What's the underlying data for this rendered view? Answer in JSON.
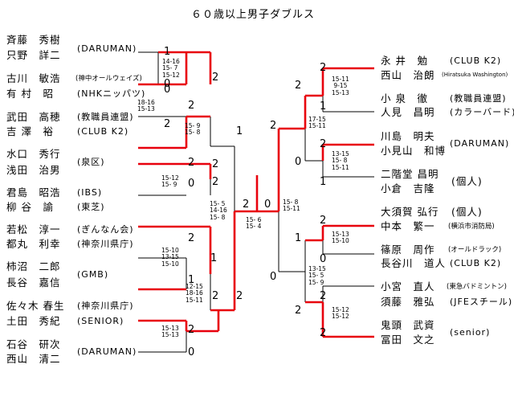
{
  "title": "６０歳以上男子ダブルス",
  "left": {
    "players": [
      {
        "n1": "斉藤　秀樹",
        "n2": "只野　詳二",
        "team": "(DARUMAN)"
      },
      {
        "n1": "古川　敏浩",
        "n2": "有 村　昭",
        "team1": "(神中オールウェイズ)",
        "team2": "(NHKニッパツ)"
      },
      {
        "n1": "武田　高穂",
        "n2": "吉 澤　裕",
        "team1": "(教職員連盟)",
        "team2": "(CLUB K2)"
      },
      {
        "n1": "水口　秀行",
        "n2": "浅田　治男",
        "team": "(泉区)"
      },
      {
        "n1": "君島　昭浩",
        "n2": "柳 谷　諭",
        "team1": "(IBS)",
        "team2": "(東芝)"
      },
      {
        "n1": "若松　淳一",
        "n2": "都丸　利幸",
        "team1": "(ぎんなん会)",
        "team2": "(神奈川県庁)"
      },
      {
        "n1": "柿沼　二郎",
        "n2": "長谷　嘉信",
        "team": "(GMB)"
      },
      {
        "n1": "佐々木 春生",
        "n2": "土田　秀紀",
        "team1": "(神奈川県庁)",
        "team2": "(SENIOR)"
      },
      {
        "n1": "石谷　研次",
        "n2": "西山　清二",
        "team": "(DARUMAN)"
      }
    ],
    "entry": [
      "1",
      "0",
      "2",
      "2",
      "0",
      "2",
      "1",
      "2",
      "0"
    ],
    "r1": [
      "2",
      "2",
      "2",
      "1"
    ],
    "r1_sub": [
      "0",
      "2"
    ],
    "r2": [
      "1",
      "2"
    ],
    "r2_sub": [
      "2"
    ],
    "final_left": "2",
    "g1": "14-16\n15- 7\n15-12",
    "g2": "18-16\n15-13",
    "g3": "15- 9\n15- 8",
    "g4": "15-12\n15- 9",
    "g5": "15-10\n13-15\n15-10",
    "g6": "12-15\n18-16\n15-11",
    "g7": "15-13\n15-13",
    "g8": "15- 5\n14-16\n15- 8"
  },
  "right": {
    "players": [
      {
        "n1": "永 井　勉",
        "n2": "西山　治朗",
        "team1": "(CLUB K2)",
        "team2": "(Hiratsuka Washington)"
      },
      {
        "n1": "小 泉　徹",
        "n2": "人見　昌明",
        "team1": "(教職員連盟)",
        "team2": "(カラーバード)"
      },
      {
        "n1": "川島　明夫",
        "n2": "小見山　和博",
        "team": "(DARUMAN)"
      },
      {
        "n1": "二階堂 昌明",
        "n2": "小倉　吉隆",
        "team": "(個人)"
      },
      {
        "n1": "大須賀 弘行",
        "n2": "中本　繁一",
        "team1": "(個人)",
        "team2": "(横浜市消防局)"
      },
      {
        "n1": "篠原　周作",
        "n2": "長谷川　道人",
        "team1": "(オールドラック)",
        "team2": "(CLUB K2)"
      },
      {
        "n1": "小宮　直人",
        "n2": "須藤　雅弘",
        "team1": "(東急バドミントン)",
        "team2": "(JFEスチール)"
      },
      {
        "n1": "鬼頭　武資",
        "n2": "冨田　文之",
        "team": "(senior)"
      }
    ],
    "entry": [
      "2",
      "1",
      "2",
      "1",
      "2",
      "0",
      "2",
      "2"
    ],
    "r1": [
      "2",
      "0",
      "1",
      "2"
    ],
    "r2": [
      "2",
      "0"
    ],
    "final_right": "0",
    "g1": "15-11\n 9-15\n15-13",
    "g2": "13-15\n15- 8\n15-11",
    "g3": "15-13\n15-10",
    "g4": "15-12\n15-12",
    "g5": "17-15\n15-11",
    "g6": "13-15\n15- 5\n15- 9",
    "g7": "15- 8\n15-11"
  },
  "final_score": "15- 6\n15- 4",
  "colors": {
    "win": "#e8000d",
    "line": "#000000"
  }
}
